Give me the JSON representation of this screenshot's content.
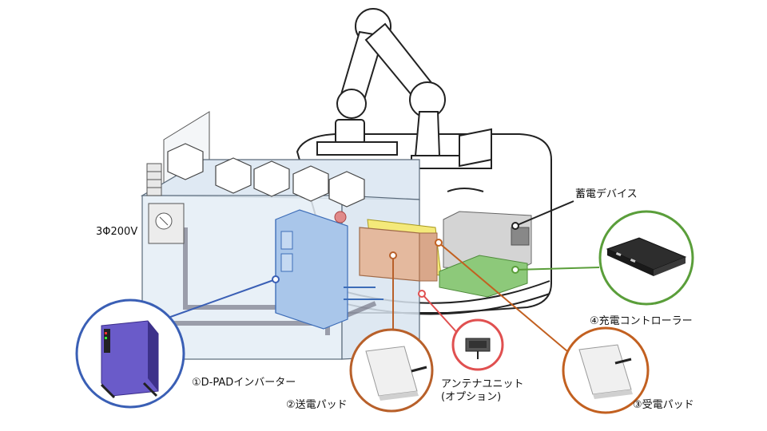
{
  "labels": {
    "power_input": "3Φ200V",
    "storage_device": "蓄電デバイス",
    "inverter": "①D-PADインバーター",
    "transmit_pad": "②送電パッド",
    "antenna_unit_line1": "アンテナユニット",
    "antenna_unit_line2": "(オプション)",
    "receive_pad": "③受電パッド",
    "charge_controller": "④充電コントローラー"
  },
  "colors": {
    "inverter": "#3a5fb5",
    "transmit_pad": "#b8602a",
    "antenna": "#e05050",
    "receive_pad": "#c26020",
    "charge_controller": "#5a9e3a",
    "storage_device": "#222222"
  },
  "icons": {
    "inverter": "inverter-device-icon",
    "transmit_pad": "transmit-pad-icon",
    "antenna": "antenna-unit-icon",
    "receive_pad": "receive-pad-icon",
    "charge_controller": "controller-board-icon"
  }
}
